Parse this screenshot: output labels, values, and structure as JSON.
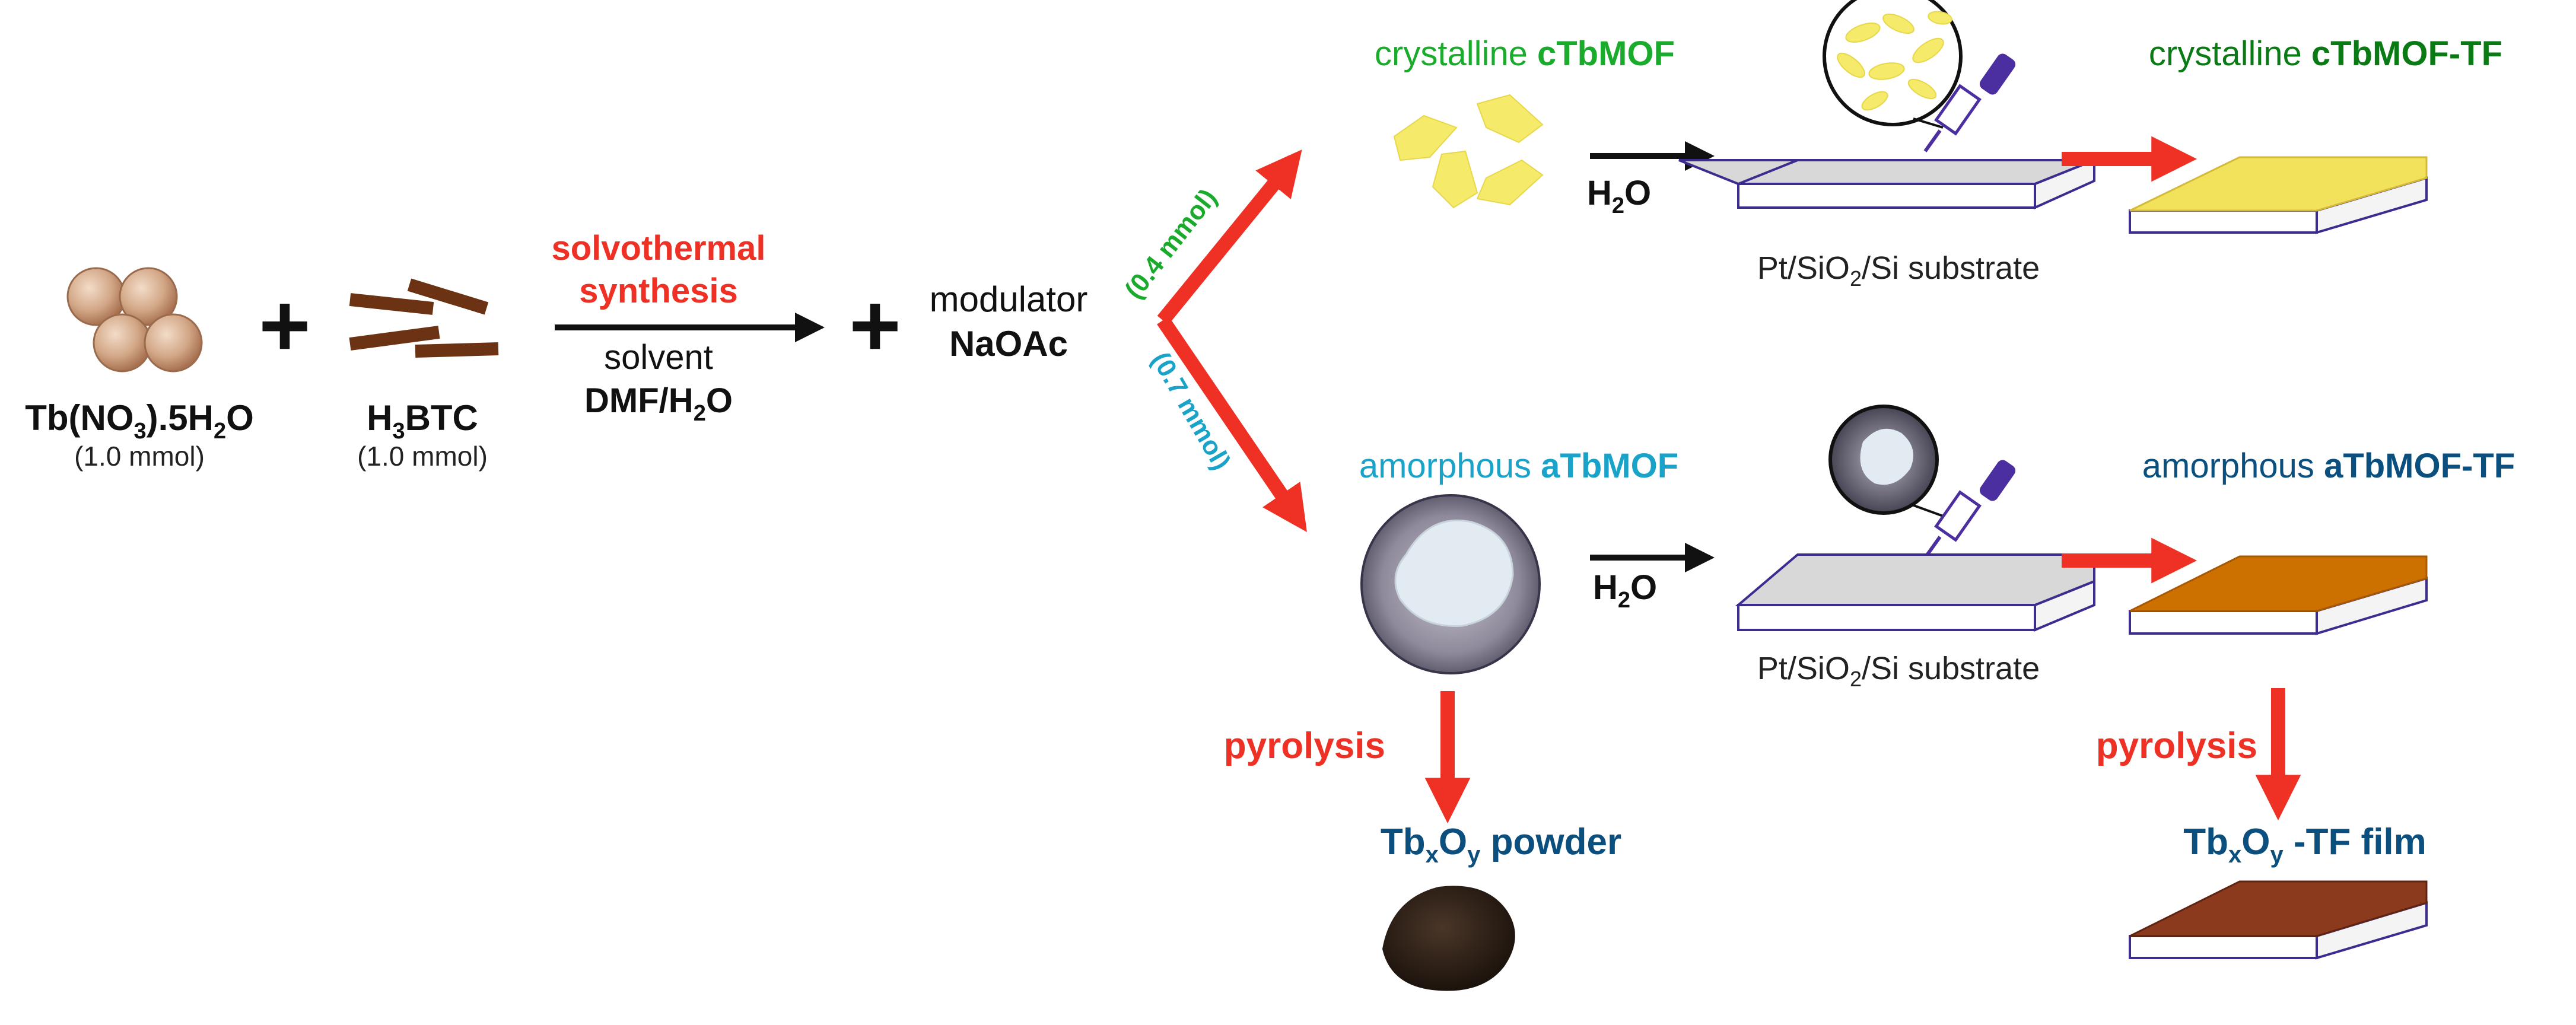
{
  "reactants": {
    "tb_salt": {
      "main": "Tb(NO",
      "sub1": "3",
      "mid": ").5H",
      "sub2": "2",
      "end": "O",
      "amount": "(1.0 mmol)"
    },
    "btc": {
      "pre": "H",
      "sub": "3",
      "post": "BTC",
      "amount": "(1.0 mmol)"
    },
    "plus_sign": "+"
  },
  "synthesis": {
    "method_line1": "solvothermal",
    "method_line2": "synthesis",
    "solvent_label": "solvent",
    "solvent_main": "DMF/H",
    "solvent_sub": "2",
    "solvent_end": "O"
  },
  "modulator": {
    "label": "modulator",
    "name": "NaOAc"
  },
  "branches": {
    "upper_amount": "(0.4 mmol)",
    "lower_amount": "(0.7 mmol)"
  },
  "crystalline": {
    "prefix": "crystalline ",
    "name": "cTbMOF",
    "film_prefix": "crystalline ",
    "film_name": "cTbMOF-TF"
  },
  "amorphous": {
    "prefix": "amorphous ",
    "name": "aTbMOF",
    "film_prefix": "amorphous ",
    "film_name": "aTbMOF-TF"
  },
  "water": {
    "main": "H",
    "sub": "2",
    "end": "O"
  },
  "substrate": {
    "p1": "Pt/SiO",
    "sub": "2",
    "p2": "/Si substrate"
  },
  "pyrolysis_label": "pyrolysis",
  "products": {
    "powder": {
      "base": "Tb",
      "sub_x": "x",
      "mid": "O",
      "sub_y": "y",
      "rest": " powder"
    },
    "film": {
      "base": "Tb",
      "sub_x": "x",
      "mid": "O",
      "sub_y": "y",
      "rest": " -TF film"
    }
  },
  "colors": {
    "red": "#ee3124",
    "green": "#1aab2d",
    "dark_green": "#0a7a14",
    "cyan": "#1aa3c9",
    "navy": "#0a4f7e",
    "brown": "#6b3213",
    "yellow_crystal": "#f5ea6a",
    "amber_film": "#cc7000",
    "oxide_film": "#8b3a1d",
    "substrate_top": "#d8d8d8",
    "substrate_edge": "#3b2d8f"
  }
}
